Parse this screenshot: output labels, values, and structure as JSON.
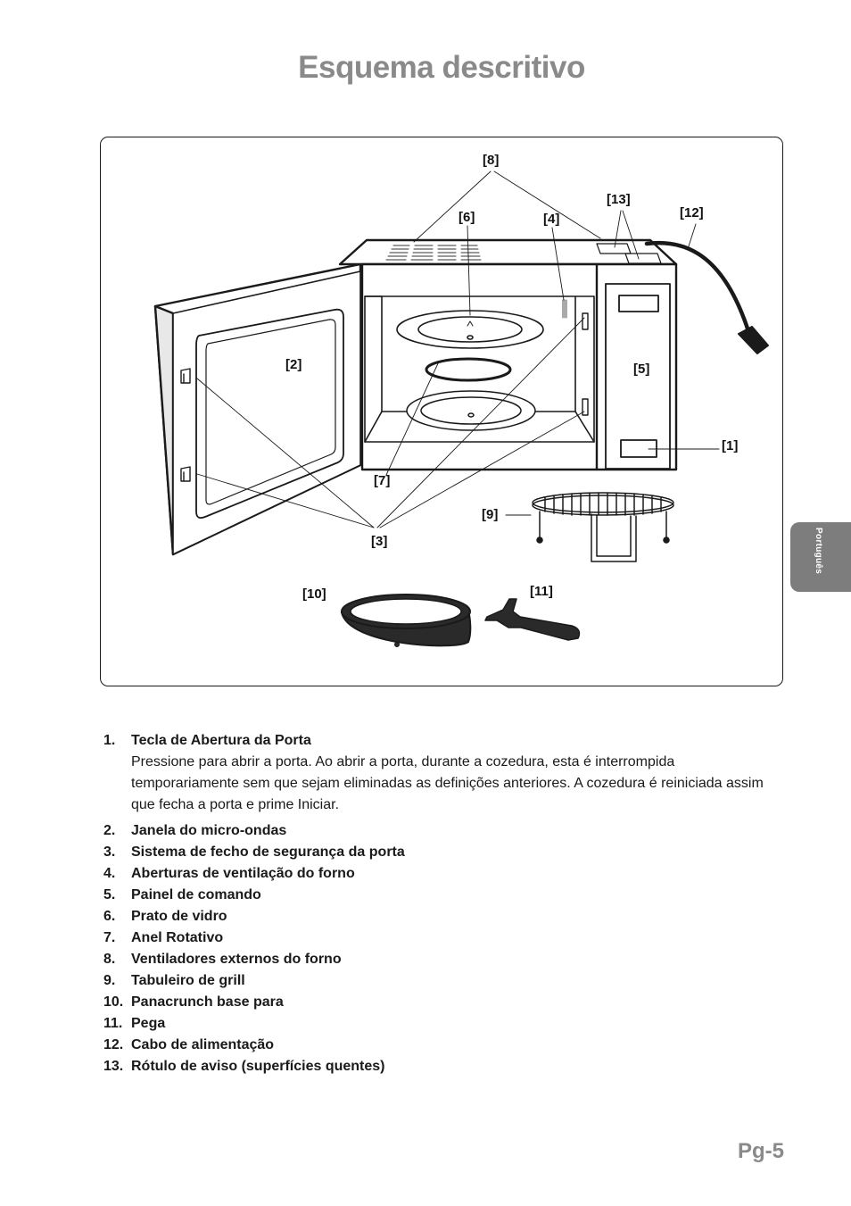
{
  "page": {
    "title": "Esquema descritivo",
    "side_tab": "Português",
    "page_number": "Pg-5"
  },
  "diagram": {
    "callouts": {
      "c1": "[1]",
      "c2": "[2]",
      "c3": "[3]",
      "c4": "[4]",
      "c5": "[5]",
      "c6": "[6]",
      "c7": "[7]",
      "c8": "[8]",
      "c9": "[9]",
      "c10": "[10]",
      "c11": "[11]",
      "c12": "[12]",
      "c13": "[13]"
    }
  },
  "parts": [
    {
      "number": "1.",
      "name": "Tecla de Abertura da Porta",
      "description": "Pressione para abrir a porta. Ao abrir a porta, durante a cozedura, esta é interrompida temporariamente sem que sejam eliminadas as definições anteriores. A cozedura é reiniciada assim que fecha a porta e prime Iniciar."
    },
    {
      "number": "2.",
      "name": "Janela do micro-ondas"
    },
    {
      "number": "3.",
      "name": "Sistema de fecho de segurança da porta"
    },
    {
      "number": "4.",
      "name": "Aberturas de ventilação do forno"
    },
    {
      "number": "5.",
      "name": "Painel de comando"
    },
    {
      "number": "6.",
      "name": "Prato de vidro"
    },
    {
      "number": "7.",
      "name": "Anel Rotativo"
    },
    {
      "number": "8.",
      "name": "Ventiladores externos do forno"
    },
    {
      "number": "9.",
      "name": "Tabuleiro de grill"
    },
    {
      "number": "10.",
      "name": "Panacrunch base para"
    },
    {
      "number": "11.",
      "name": "Pega"
    },
    {
      "number": "12.",
      "name": "Cabo de alimentação"
    },
    {
      "number": "13.",
      "name": "Rótulo de aviso (superfícies quentes)"
    }
  ]
}
